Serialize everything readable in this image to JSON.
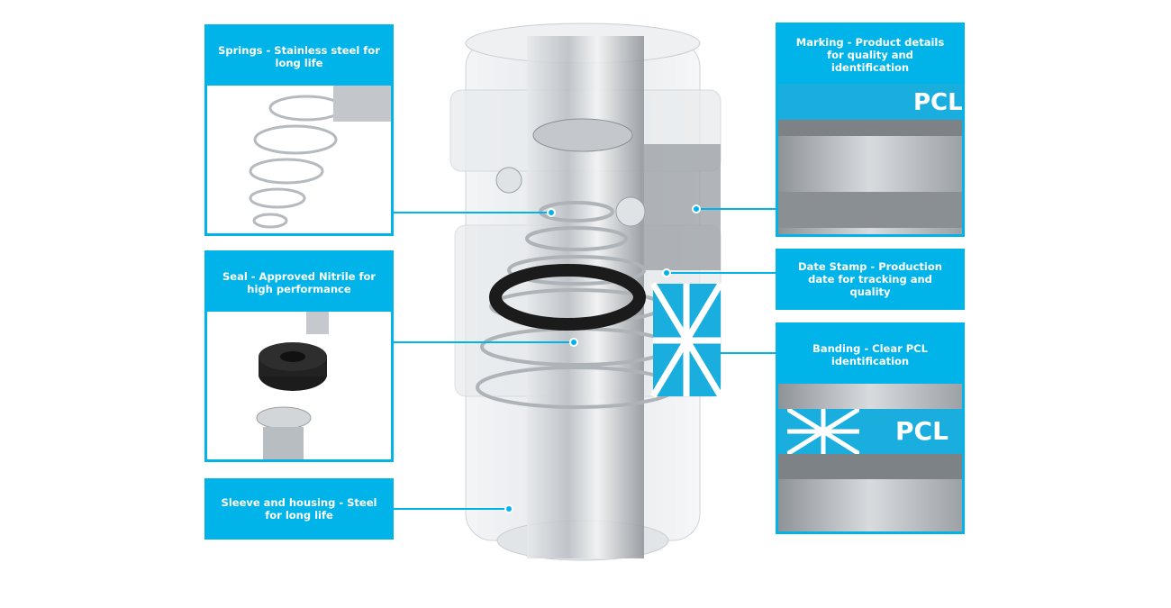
{
  "title": "Coupling component features",
  "accent_color": "#00b4e9",
  "left_callouts": [
    {
      "label": "Springs - Stainless steel for long life",
      "image": "spring-photo"
    },
    {
      "label": "Seal - Approved Nitrile for high performance",
      "image": "seal-photo"
    },
    {
      "label": "Sleeve and housing - Steel for long life"
    }
  ],
  "right_callouts": [
    {
      "label": "Marking - Product details for quality and identification",
      "image": "marking-photo"
    },
    {
      "label": "Date Stamp - Production date for tracking and quality"
    },
    {
      "label": "Banding - Clear PCL identification",
      "image": "banding-photo"
    }
  ],
  "brand_text": "PCL"
}
